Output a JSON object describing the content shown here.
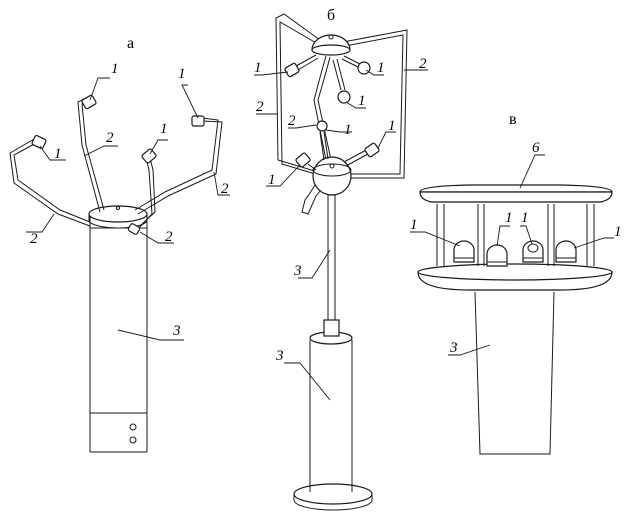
{
  "panels": {
    "a": "а",
    "b": "б",
    "v": "в"
  },
  "labels": {
    "sensor": "1",
    "arm": "2",
    "body": "3",
    "cover": "6"
  }
}
